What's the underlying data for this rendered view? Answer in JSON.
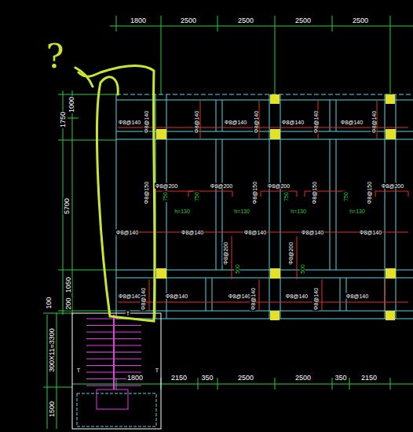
{
  "diagram": {
    "labels": [
      "1800",
      "2500",
      "2500",
      "2500",
      "2500",
      "1750",
      "1000",
      "5700",
      "1050",
      "200",
      "100",
      "300X11=3300",
      "1500",
      "1800",
      "2150",
      "350",
      "2500",
      "2500",
      "350",
      "2150",
      "Φ8@140",
      "Φ8@140",
      "Φ8@140",
      "Φ8@140",
      "Φ8@140",
      "Φ8@140",
      "Φ8@140",
      "Φ8@140",
      "Φ8@140",
      "Φ8@200",
      "Φ8@200",
      "Φ8@200",
      "Φ8@200",
      "Φ8@150",
      "Φ8@150",
      "Φ8@150",
      "Φ8@150",
      "750",
      "750",
      "750",
      "750",
      "h=130",
      "h=130",
      "h=130",
      "h=130",
      "Φ8@140",
      "Φ8@140",
      "Φ8@140",
      "Φ8@140",
      "Φ8@140",
      "Φ8@200",
      "Φ8@200",
      "500",
      "500",
      "Φ8@140",
      "Φ8@140",
      "Φ8@140",
      "Φ8@140",
      "Φ8@140",
      "Φ8@140",
      "Φ8@140",
      "Φ8@140",
      "T",
      "T",
      "T",
      "?"
    ]
  }
}
